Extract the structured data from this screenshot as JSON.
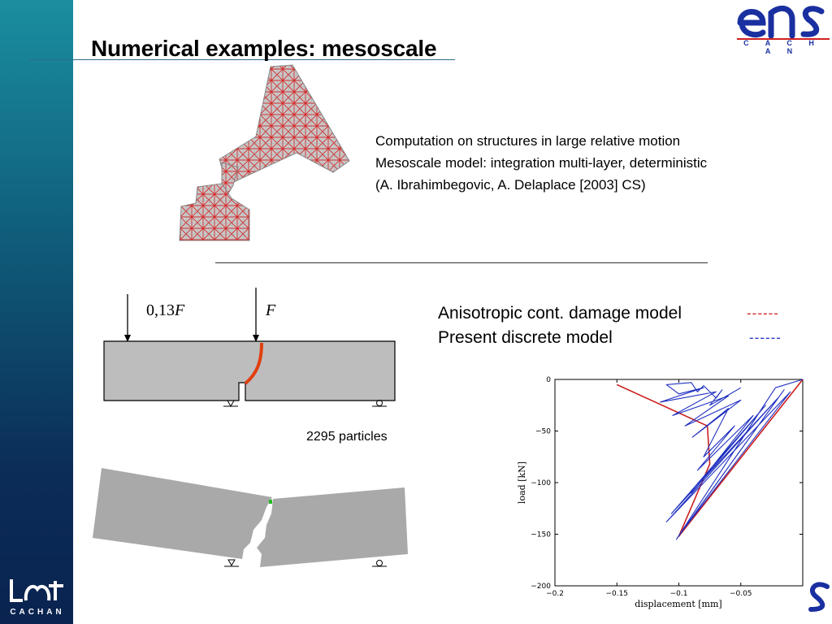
{
  "slide": {
    "title": "Numerical examples: mesoscale"
  },
  "logos": {
    "top_right_sub": "C A C H A N",
    "bottom_left_sub": "CACHAN"
  },
  "description": {
    "lines": [
      "Computation on structures in large relative motion",
      "Mesoscale model: integration multi-layer, deterministic",
      "(A. Ibrahimbegovic,  A. Delaplace [2003] CS)"
    ]
  },
  "beam": {
    "load_left_prefix": "0,13",
    "load_left_var": "F",
    "load_right_var": "F",
    "particles_label": "2295 particles"
  },
  "legend": {
    "items": [
      {
        "label": "Anisotropic cont. damage model",
        "dash": "------",
        "color": "#d02020"
      },
      {
        "label": "Present discrete model",
        "dash": "------",
        "color": "#2030c0"
      }
    ]
  },
  "chart_data": {
    "type": "line",
    "xlabel": "displacement [mm]",
    "ylabel": "load [kN]",
    "xlim": [
      -0.2,
      0
    ],
    "ylim": [
      -200,
      0
    ],
    "x_ticks": [
      -0.2,
      -0.15,
      -0.1,
      -0.05
    ],
    "x_tick_labels": [
      "−0.2",
      "−0.15",
      "−0.1",
      "−0.05"
    ],
    "y_ticks": [
      0,
      -50,
      -100,
      -150,
      -200
    ],
    "y_tick_labels": [
      "0",
      "−50",
      "−100",
      "−150",
      "−200"
    ],
    "series": [
      {
        "color": "#cc2020",
        "x": [
          0,
          -0.1,
          -0.075,
          -0.077,
          -0.15
        ],
        "y": [
          0,
          -152,
          -82,
          -45,
          -5
        ]
      },
      {
        "color": "#2030c0",
        "x": [
          0,
          -0.022,
          -0.102,
          -0.015,
          -0.098,
          -0.01,
          -0.11,
          -0.02,
          -0.106,
          -0.03,
          -0.09,
          -0.04,
          -0.085,
          -0.055,
          -0.08,
          -0.06,
          -0.089,
          -0.05,
          -0.095,
          -0.06,
          -0.105,
          -0.07,
          -0.115,
          -0.08,
          -0.1,
          -0.11,
          -0.09,
          -0.085,
          -0.08,
          -0.07,
          -0.065,
          -0.075,
          -0.06,
          -0.05
        ],
        "y": [
          0,
          -8,
          -155,
          -10,
          -148,
          -12,
          -138,
          -18,
          -130,
          -25,
          -110,
          -35,
          -88,
          -45,
          -75,
          -28,
          -56,
          -20,
          -45,
          -16,
          -35,
          -12,
          -22,
          -8,
          -14,
          -5,
          -3,
          -12,
          -6,
          -18,
          -10,
          -25,
          -15,
          -8
        ]
      }
    ]
  }
}
